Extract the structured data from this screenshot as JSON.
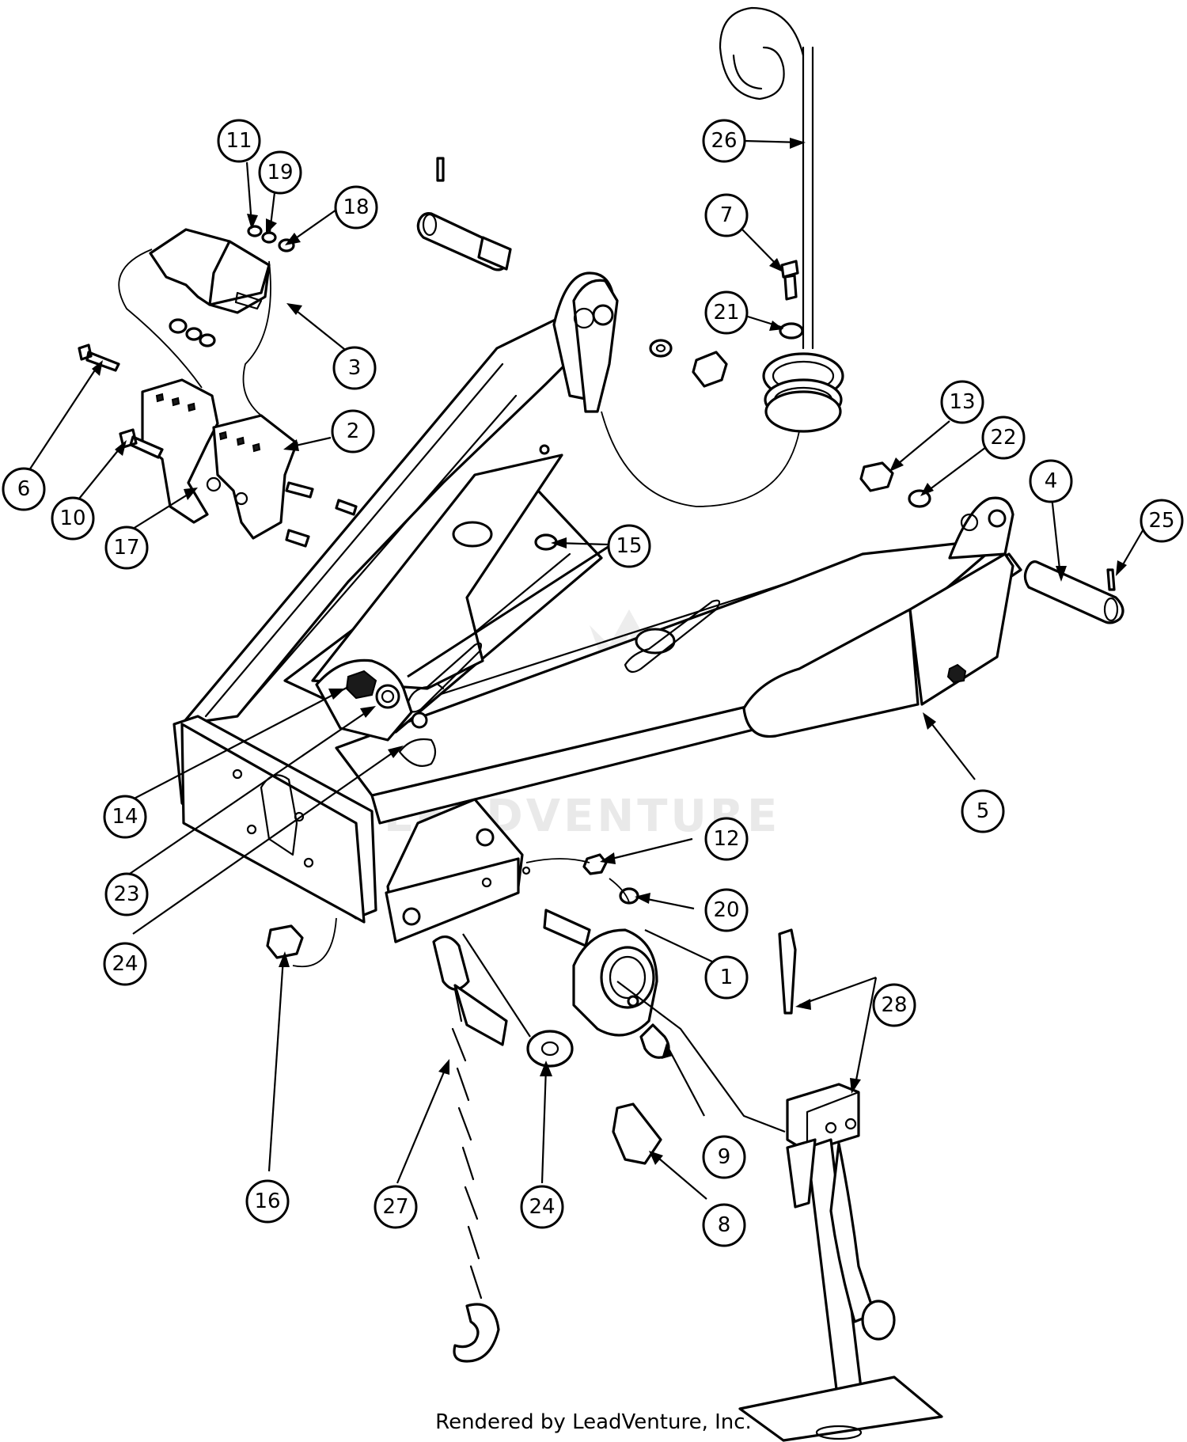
{
  "watermark": "LEADVENTURE",
  "footer": "Rendered by LeadVenture, Inc.",
  "callouts": [
    {
      "id": "c11",
      "label": "11"
    },
    {
      "id": "c19",
      "label": "19"
    },
    {
      "id": "c18",
      "label": "18"
    },
    {
      "id": "c3",
      "label": "3"
    },
    {
      "id": "c2",
      "label": "2"
    },
    {
      "id": "c6",
      "label": "6"
    },
    {
      "id": "c10",
      "label": "10"
    },
    {
      "id": "c17",
      "label": "17"
    },
    {
      "id": "c26",
      "label": "26"
    },
    {
      "id": "c7",
      "label": "7"
    },
    {
      "id": "c21",
      "label": "21"
    },
    {
      "id": "c13",
      "label": "13"
    },
    {
      "id": "c22",
      "label": "22"
    },
    {
      "id": "c4",
      "label": "4"
    },
    {
      "id": "c25",
      "label": "25"
    },
    {
      "id": "c15",
      "label": "15"
    },
    {
      "id": "c5",
      "label": "5"
    },
    {
      "id": "c14",
      "label": "14"
    },
    {
      "id": "c23",
      "label": "23"
    },
    {
      "id": "c24a",
      "label": "24"
    },
    {
      "id": "c12",
      "label": "12"
    },
    {
      "id": "c20",
      "label": "20"
    },
    {
      "id": "c1",
      "label": "1"
    },
    {
      "id": "c28",
      "label": "28"
    },
    {
      "id": "c16",
      "label": "16"
    },
    {
      "id": "c27",
      "label": "27"
    },
    {
      "id": "c24b",
      "label": "24"
    },
    {
      "id": "c9",
      "label": "9"
    },
    {
      "id": "c8",
      "label": "8"
    }
  ]
}
